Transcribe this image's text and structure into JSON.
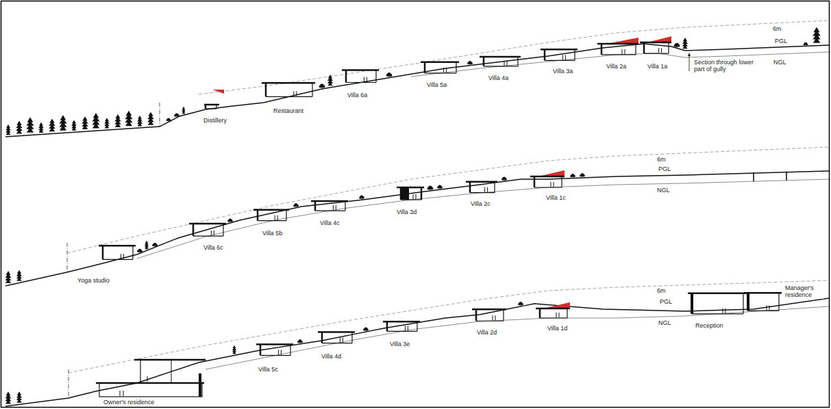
{
  "diagram": {
    "labels": [
      "6m",
      "PGL",
      "NGL",
      "Distillery",
      "Restaurant",
      "Villa 6a",
      "Villa 5a",
      "Villa 4a",
      "Villa 3a",
      "Villa 2a",
      "Villa 1a",
      "Section through lower part of gully",
      "6m",
      "PGL",
      "NGL",
      "Yoga studio",
      "Villa 6c",
      "Villa 5b",
      "Villa 4c",
      "Villa 3d",
      "Villa 2c",
      "Villa 1c",
      "6m",
      "PGL",
      "NGL",
      "Owner's residence",
      "Villa 5c",
      "Villa 4d",
      "Villa 3e",
      "Villa 2d",
      "Villa 1d",
      "Reception",
      "Manager's residence"
    ]
  }
}
